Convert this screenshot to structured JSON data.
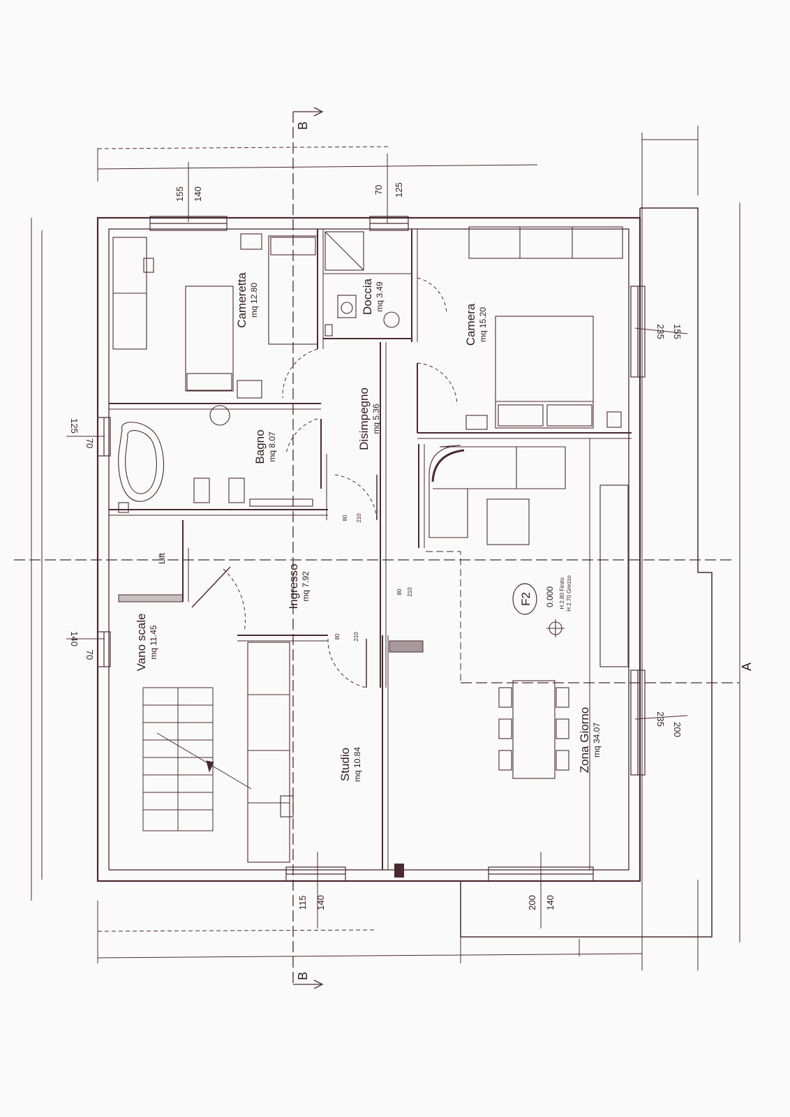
{
  "rooms": {
    "cameretta": {
      "name": "Cameretta",
      "area": "mq 12.80"
    },
    "doccia": {
      "name": "Doccia",
      "area": "mq 3.49"
    },
    "camera": {
      "name": "Camera",
      "area": "mq 15.20"
    },
    "disimpegno": {
      "name": "Disimpegno",
      "area": "mq 5.36"
    },
    "bagno": {
      "name": "Bagno",
      "area": "mq 8.07"
    },
    "ingresso": {
      "name": "Ingresso",
      "area": "mq 7.92"
    },
    "vano_scale": {
      "name": "Vano scale",
      "area": "mq 11.45"
    },
    "studio": {
      "name": "Studio",
      "area": "mq 10.84"
    },
    "zona_giorno": {
      "name": "Zona Giorno",
      "area": "mq 34.07"
    }
  },
  "labels": {
    "lift": "Lift",
    "unit": "F2",
    "level": "0.000",
    "h_finish": "H 2.80 Finito",
    "h_raw": "H 2.70 Grezzo",
    "section_b": "B",
    "section_a": "A"
  },
  "window_dims": {
    "cameretta_a": "155",
    "cameretta_b": "140",
    "doccia_a": "70",
    "doccia_b": "125",
    "camera_a": "235",
    "camera_b": "155",
    "bagno_a": "125",
    "bagno_b": "70",
    "vano_a": "140",
    "vano_b": "70",
    "giorno_a": "235",
    "giorno_b": "200",
    "studio_a": "115",
    "studio_b": "140",
    "giorno_s_a": "200",
    "giorno_s_b": "140"
  },
  "door_dims": {
    "d1": "80",
    "d2": "210",
    "d3": "80",
    "d4": "210",
    "d5": "80",
    "d6": "210"
  }
}
